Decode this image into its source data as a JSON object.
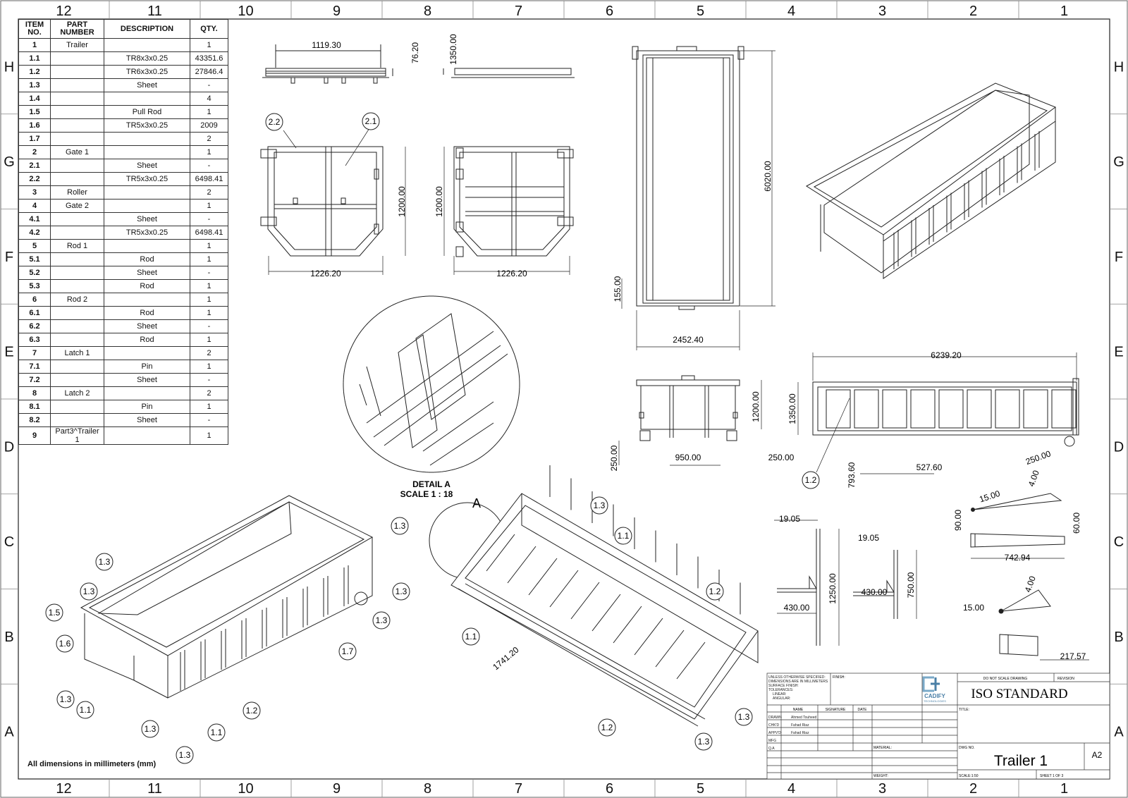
{
  "border": {
    "columns": [
      "12",
      "11",
      "10",
      "9",
      "8",
      "7",
      "6",
      "5",
      "4",
      "3",
      "2",
      "1"
    ],
    "rows": [
      "H",
      "G",
      "F",
      "E",
      "D",
      "C",
      "B",
      "A"
    ]
  },
  "bom": {
    "headers": [
      "ITEM NO.",
      "PART NUMBER",
      "DESCRIPTION",
      "QTY."
    ],
    "rows": [
      {
        "item": "1",
        "part": "Trailer",
        "desc": "",
        "qty": "1"
      },
      {
        "item": "1.1",
        "part": "",
        "desc": "TR8x3x0.25",
        "qty": "43351.6"
      },
      {
        "item": "1.2",
        "part": "",
        "desc": "TR6x3x0.25",
        "qty": "27846.4"
      },
      {
        "item": "1.3",
        "part": "",
        "desc": "Sheet",
        "qty": "-"
      },
      {
        "item": "1.4",
        "part": "",
        "desc": "",
        "qty": "4"
      },
      {
        "item": "1.5",
        "part": "",
        "desc": "Pull Rod",
        "qty": "1"
      },
      {
        "item": "1.6",
        "part": "",
        "desc": "TR5x3x0.25",
        "qty": "2009"
      },
      {
        "item": "1.7",
        "part": "",
        "desc": "",
        "qty": "2"
      },
      {
        "item": "2",
        "part": "Gate 1",
        "desc": "",
        "qty": "1"
      },
      {
        "item": "2.1",
        "part": "",
        "desc": "Sheet",
        "qty": "-"
      },
      {
        "item": "2.2",
        "part": "",
        "desc": "TR5x3x0.25",
        "qty": "6498.41"
      },
      {
        "item": "3",
        "part": "Roller",
        "desc": "",
        "qty": "2"
      },
      {
        "item": "4",
        "part": "Gate 2",
        "desc": "",
        "qty": "1"
      },
      {
        "item": "4.1",
        "part": "",
        "desc": "Sheet",
        "qty": "-"
      },
      {
        "item": "4.2",
        "part": "",
        "desc": "TR5x3x0.25",
        "qty": "6498.41"
      },
      {
        "item": "5",
        "part": "Rod 1",
        "desc": "",
        "qty": "1"
      },
      {
        "item": "5.1",
        "part": "",
        "desc": "Rod",
        "qty": "1"
      },
      {
        "item": "5.2",
        "part": "",
        "desc": "Sheet",
        "qty": "-"
      },
      {
        "item": "5.3",
        "part": "",
        "desc": "Rod",
        "qty": "1"
      },
      {
        "item": "6",
        "part": "Rod 2",
        "desc": "",
        "qty": "1"
      },
      {
        "item": "6.1",
        "part": "",
        "desc": "Rod",
        "qty": "1"
      },
      {
        "item": "6.2",
        "part": "",
        "desc": "Sheet",
        "qty": "-"
      },
      {
        "item": "6.3",
        "part": "",
        "desc": "Rod",
        "qty": "1"
      },
      {
        "item": "7",
        "part": "Latch 1",
        "desc": "",
        "qty": "2"
      },
      {
        "item": "7.1",
        "part": "",
        "desc": "Pin",
        "qty": "1"
      },
      {
        "item": "7.2",
        "part": "",
        "desc": "Sheet",
        "qty": "-"
      },
      {
        "item": "8",
        "part": "Latch 2",
        "desc": "",
        "qty": "2"
      },
      {
        "item": "8.1",
        "part": "",
        "desc": "Pin",
        "qty": "1"
      },
      {
        "item": "8.2",
        "part": "",
        "desc": "Sheet",
        "qty": "-"
      },
      {
        "item": "9",
        "part": "Part3^Trailer 1",
        "desc": "",
        "qty": "1"
      }
    ]
  },
  "dims": {
    "top_w": "1119.30",
    "top_h": "76.20",
    "side_h": "1350.00",
    "gate_h1": "1200.00",
    "gate_h2": "1200.00",
    "gate_w1": "1226.20",
    "gate_w2": "1226.20",
    "plan_len": "6020.00",
    "plan_off": "155.00",
    "plan_w": "2452.40",
    "front_h": "1200.00",
    "front_wheel": "250.00",
    "front_950": "950.00",
    "front_250": "250.00",
    "side_len": "6239.20",
    "side_7936": "793.60",
    "side_5276": "527.60",
    "side_wheel": "250.00",
    "rod1_d": "19.05",
    "rod1_l": "430.00",
    "rod1_h": "1250.00",
    "rod2_d": "19.05",
    "rod2_l": "430.00",
    "rod2_h": "750.00",
    "latch_d": "15.00",
    "latch_t": "4.00",
    "latch_h1": "90.00",
    "latch_h2": "60.00",
    "latch_l": "742.94",
    "latch2_d": "15.00",
    "latch2_t": "4.00",
    "pin_l": "217.57",
    "iso_len": "1741.20"
  },
  "balloons": {
    "g21": "2.1",
    "g22": "2.2",
    "side12": "1.2",
    "iso1": [
      "1.3",
      "1.3",
      "1.5",
      "1.6",
      "1.3",
      "1.1",
      "1.3",
      "1.3",
      "1.1",
      "1.2",
      "1.7",
      "1.3",
      "1.3",
      "1.3"
    ],
    "iso2": [
      "1.3",
      "1.1",
      "1.1",
      "1.2",
      "1.2",
      "1.3",
      "1.3"
    ]
  },
  "detail": {
    "title": "DETAIL A",
    "scale": "SCALE 1 : 18",
    "callout": "A"
  },
  "note": "All dimensions in millimeters (mm)",
  "title_block": {
    "notes": [
      "UNLESS OTHERWISE SPECIFIED:",
      "DIMENSIONS ARE IN MILLIMETERS",
      "SURFACE FINISH:",
      "TOLERANCES:",
      "LINEAR:",
      "ANGULAR:"
    ],
    "finish": "FINISH:",
    "col_name": "NAME",
    "col_sig": "SIGNATURE",
    "col_date": "DATE",
    "rows": [
      {
        "role": "DRAWN",
        "name": "Ahmed Touheed"
      },
      {
        "role": "CHK'D",
        "name": "Fahad Riaz"
      },
      {
        "role": "APPV'D",
        "name": "Fahad Riaz"
      },
      {
        "role": "MFG",
        "name": ""
      },
      {
        "role": "Q.A",
        "name": ""
      }
    ],
    "logo": "CADIFY",
    "logo_sub": "TECHNOLOGIES",
    "no_scale": "DO NOT SCALE DRAWING",
    "revision": "REVISION",
    "standard": "ISO STANDARD",
    "title_lbl": "TITLE:",
    "material": "MATERIAL:",
    "weight": "WEIGHT:",
    "dwg_no": "DWG NO.",
    "dwg_name": "Trailer 1",
    "size": "A2",
    "scale": "SCALE:1:50",
    "sheet": "SHEET 1 OF 3"
  },
  "colors": {
    "line": "#222222",
    "fill": "#f4f4f4"
  }
}
